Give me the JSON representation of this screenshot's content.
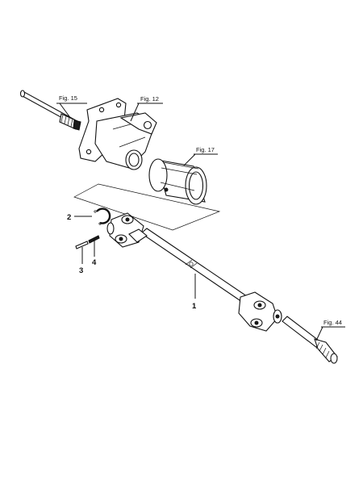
{
  "figure_refs": {
    "fig15": "Fig. 15",
    "fig12": "Fig. 12",
    "fig17": "Fig. 17",
    "fig44": "Fig. 44"
  },
  "callouts": {
    "c1": "1",
    "c2": "2",
    "c3": "3",
    "c4": "4"
  }
}
